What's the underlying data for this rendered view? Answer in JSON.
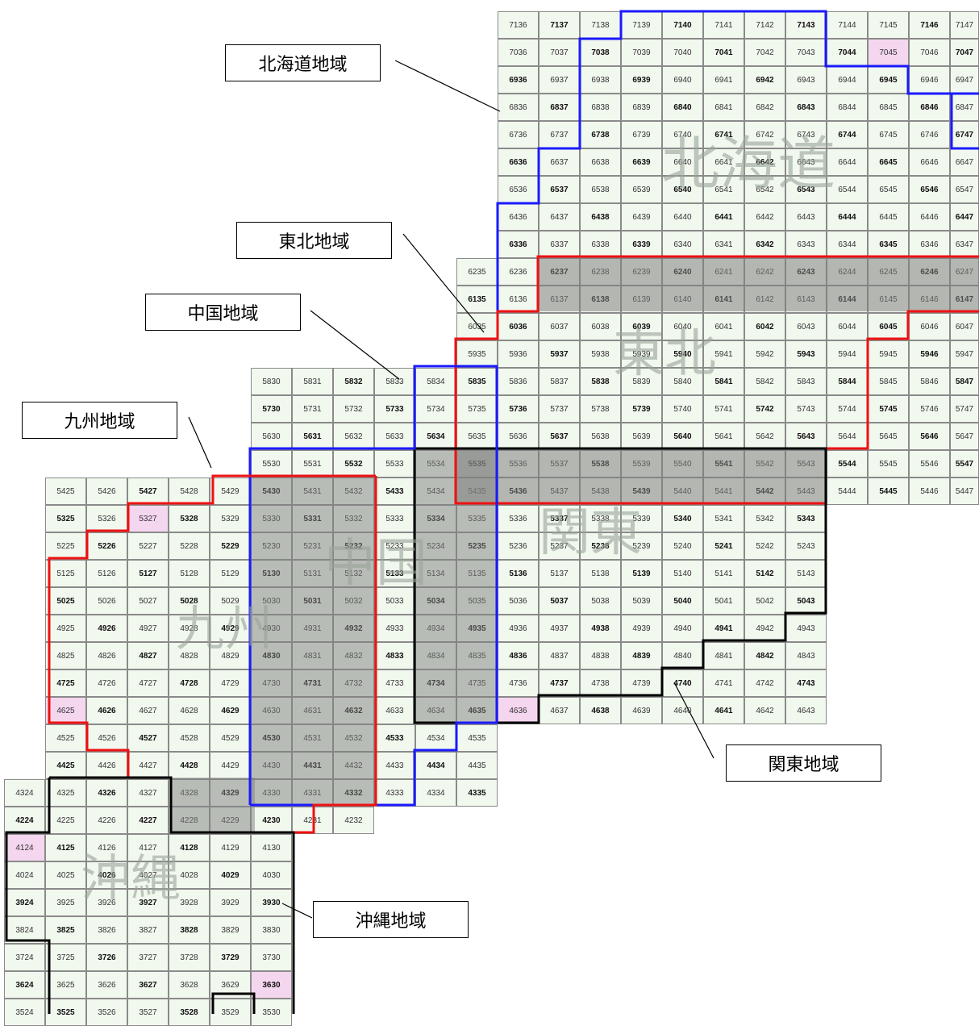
{
  "callouts": {
    "hokkaido": "北海道地域",
    "tohoku": "東北地域",
    "chugoku": "中国地域",
    "kyushu": "九州地域",
    "kanto": "関東地域",
    "okinawa": "沖縄地域"
  },
  "watermarks": {
    "hokkaido": "北海道",
    "tohoku": "東北",
    "kanto": "関東",
    "chugoku": "中国",
    "kyushu": "九州",
    "okinawa": "沖縄"
  },
  "grid_ranges": [
    {
      "y": 71,
      "from": 36,
      "to": 47
    },
    {
      "y": 70,
      "from": 36,
      "to": 47
    },
    {
      "y": 69,
      "from": 36,
      "to": 47
    },
    {
      "y": 68,
      "from": 36,
      "to": 47
    },
    {
      "y": 67,
      "from": 36,
      "to": 47
    },
    {
      "y": 66,
      "from": 36,
      "to": 47
    },
    {
      "y": 65,
      "from": 36,
      "to": 47
    },
    {
      "y": 64,
      "from": 36,
      "to": 47
    },
    {
      "y": 63,
      "from": 36,
      "to": 47
    },
    {
      "y": 62,
      "from": 35,
      "to": 47
    },
    {
      "y": 61,
      "from": 35,
      "to": 47
    },
    {
      "y": 60,
      "from": 35,
      "to": 47
    },
    {
      "y": 59,
      "from": 35,
      "to": 47
    },
    {
      "y": 58,
      "from": 30,
      "to": 47
    },
    {
      "y": 57,
      "from": 30,
      "to": 47
    },
    {
      "y": 56,
      "from": 30,
      "to": 47
    },
    {
      "y": 55,
      "from": 30,
      "to": 47
    },
    {
      "y": 54,
      "from": 25,
      "to": 47
    },
    {
      "y": 53,
      "from": 25,
      "to": 43
    },
    {
      "y": 52,
      "from": 25,
      "to": 43
    },
    {
      "y": 51,
      "from": 25,
      "to": 43
    },
    {
      "y": 50,
      "from": 25,
      "to": 43
    },
    {
      "y": 49,
      "from": 25,
      "to": 43
    },
    {
      "y": 48,
      "from": 25,
      "to": 43
    },
    {
      "y": 47,
      "from": 25,
      "to": 43
    },
    {
      "y": 46,
      "from": 25,
      "to": 43
    },
    {
      "y": 45,
      "from": 25,
      "to": 35
    },
    {
      "y": 44,
      "from": 25,
      "to": 35
    },
    {
      "y": 43,
      "from": 24,
      "to": 35
    },
    {
      "y": 42,
      "from": 24,
      "to": 32
    },
    {
      "y": 41,
      "from": 24,
      "to": 30
    },
    {
      "y": 40,
      "from": 24,
      "to": 30
    },
    {
      "y": 39,
      "from": 24,
      "to": 30
    },
    {
      "y": 38,
      "from": 24,
      "to": 30
    },
    {
      "y": 37,
      "from": 24,
      "to": 30
    },
    {
      "y": 36,
      "from": 24,
      "to": 30
    },
    {
      "y": 35,
      "from": 24,
      "to": 30
    }
  ],
  "highlighted_codes": [
    "7045",
    "5327",
    "4625",
    "4636",
    "4124",
    "3630"
  ],
  "colors": {
    "hokkaido_border": "#1a1aff",
    "tohoku_border": "#ee1111",
    "kanto_border": "#000000",
    "chugoku_border": "#1a1aff",
    "kyushu_border": "#ee1111",
    "okinawa_border": "#000000",
    "overlap_shade": "#7f7f7f",
    "cell_fill": "#f1f8ee",
    "highlight_fill": "#f5d6ef"
  }
}
